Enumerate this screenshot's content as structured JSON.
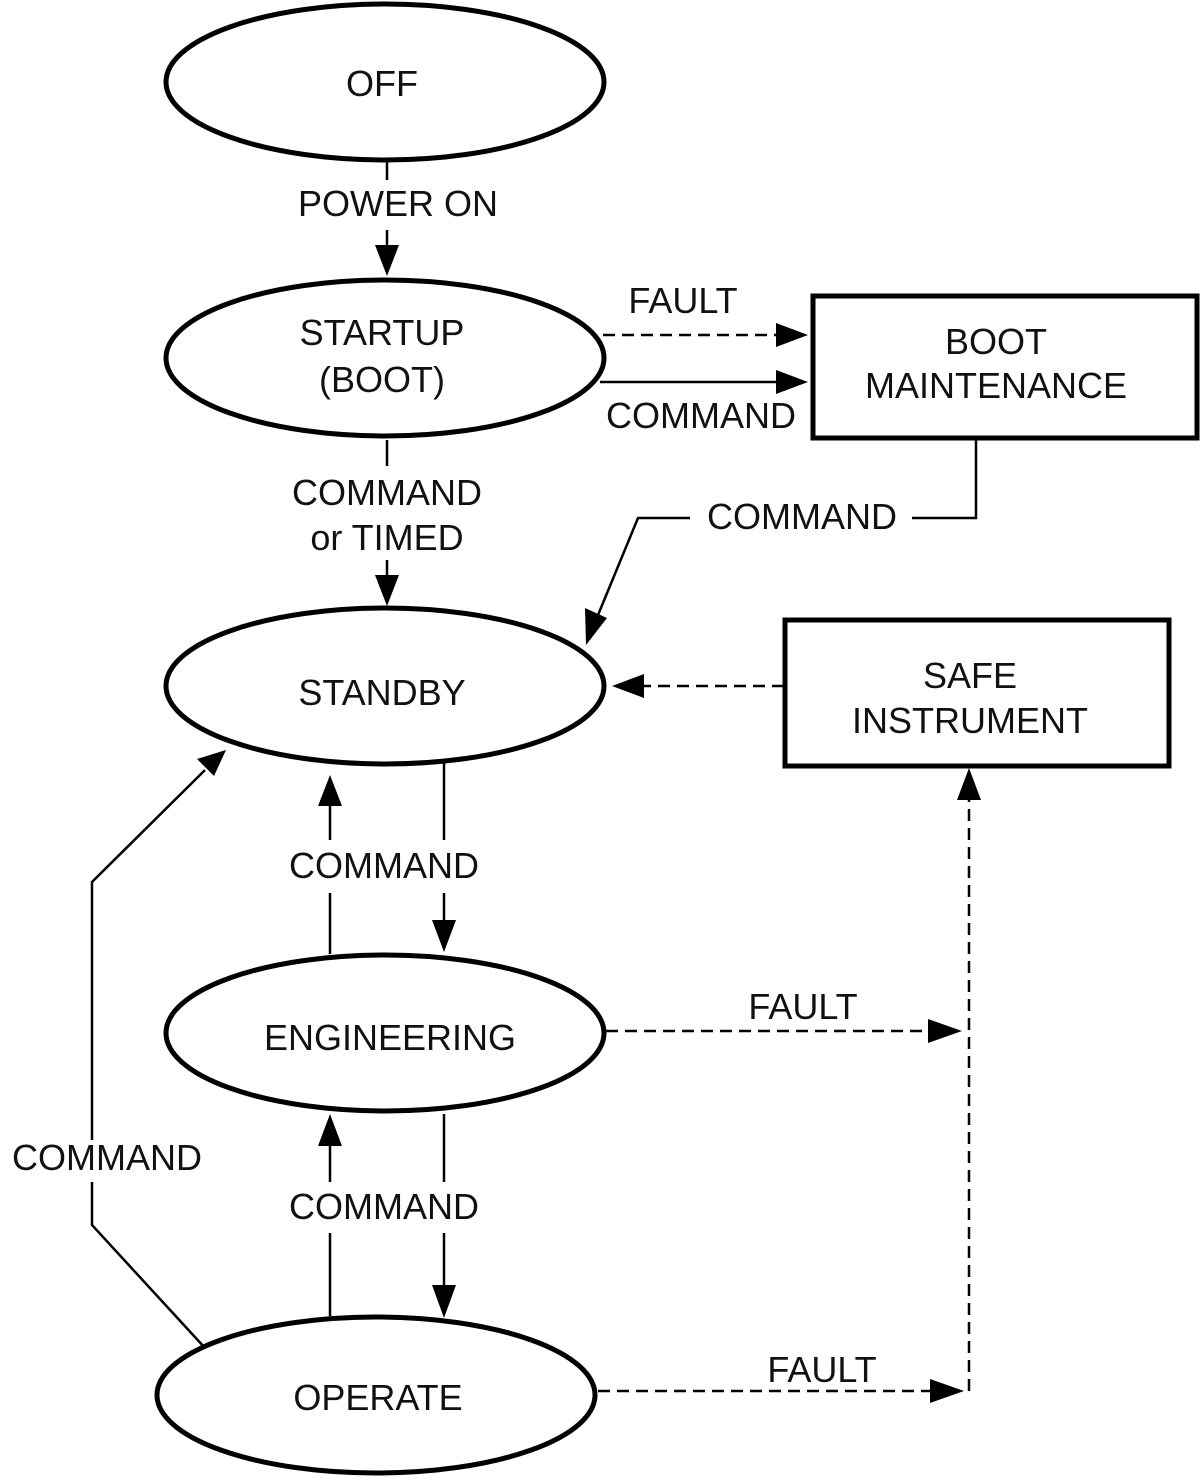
{
  "diagram": {
    "type": "state-transition",
    "states": {
      "off": {
        "label": "OFF"
      },
      "startup": {
        "label_line1": "STARTUP",
        "label_line2": "(BOOT)"
      },
      "standby": {
        "label": "STANDBY"
      },
      "engineering": {
        "label": "ENGINEERING"
      },
      "operate": {
        "label": "OPERATE"
      }
    },
    "boxes": {
      "boot_maintenance": {
        "label_line1": "BOOT",
        "label_line2": "MAINTENANCE"
      },
      "safe_instrument": {
        "label_line1": "SAFE",
        "label_line2": "INSTRUMENT"
      }
    },
    "transitions": {
      "off_to_startup": {
        "label": "POWER ON",
        "style": "solid"
      },
      "startup_to_boot_fault": {
        "label": "FAULT",
        "style": "dashed"
      },
      "startup_to_boot_command": {
        "label": "COMMAND",
        "style": "solid"
      },
      "startup_to_standby": {
        "label_line1": "COMMAND",
        "label_line2": "or TIMED",
        "style": "solid"
      },
      "boot_to_standby": {
        "label": "COMMAND",
        "style": "solid"
      },
      "safe_to_standby": {
        "style": "dashed"
      },
      "standby_engineering": {
        "label": "COMMAND",
        "style": "solid"
      },
      "engineering_to_safe": {
        "label": "FAULT",
        "style": "dashed"
      },
      "engineering_operate": {
        "label": "COMMAND",
        "style": "solid"
      },
      "operate_to_standby": {
        "label": "COMMAND",
        "style": "solid"
      },
      "operate_to_safe": {
        "label": "FAULT",
        "style": "dashed"
      }
    }
  }
}
